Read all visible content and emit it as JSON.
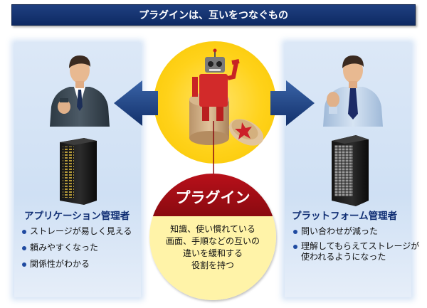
{
  "title": "プラグインは、互いをつなぐもの",
  "left": {
    "role": "アプリケーション管理者",
    "items": [
      "ストレージが易しく見える",
      "頼みやすくなった",
      "関係性がわかる"
    ]
  },
  "right": {
    "role": "プラットフォーム管理者",
    "items": [
      "問い合わせが減った",
      "理解してもらえてストレージが使われるようになった"
    ]
  },
  "plugin": {
    "label": "プラグイン",
    "lines": [
      "知識、使い慣れている",
      "画面、手順などの互いの",
      "違いを緩和する",
      "役割を持つ"
    ]
  },
  "colors": {
    "title_bg": "#1f3f80",
    "panel_bg": "#dce8f7",
    "role_text": "#0f2d73",
    "sun": "#ffd21a",
    "plugin_red": "#b8101a",
    "plugin_fill": "#fff3a8",
    "arrow": "#1e3f7a"
  }
}
